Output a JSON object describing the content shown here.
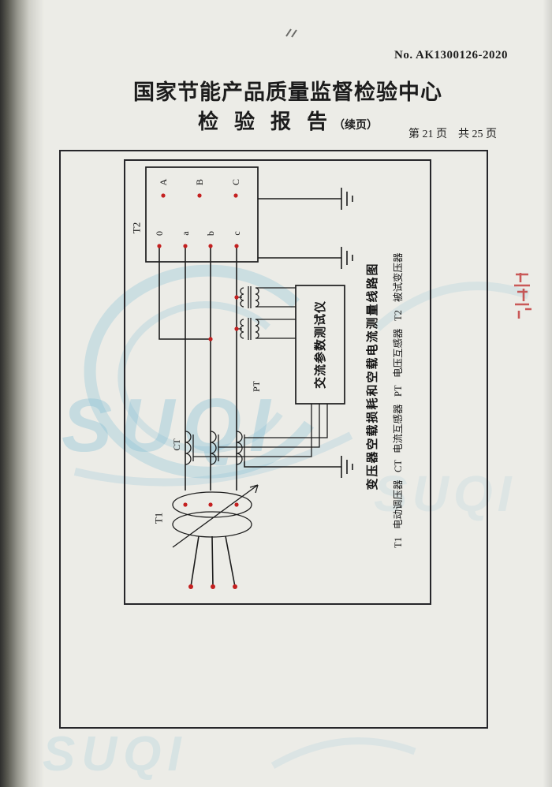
{
  "page": {
    "report_no": "No. AK1300126-2020",
    "title": "国家节能产品质量监督检验中心",
    "report_word": "检验报告",
    "report_word_suffix": "（续页）",
    "page_info": "第 21 页　共 25 页"
  },
  "diagram": {
    "caption": "变压器空载损耗和空载电流测量线路图",
    "tester_label": "交流参数测试仪",
    "labels": {
      "t1": "T1",
      "t2": "T2",
      "ct": "CT",
      "pt": "PT"
    },
    "hv_terminals": [
      "A",
      "B",
      "C"
    ],
    "lv_terminals": [
      "0",
      "a",
      "b",
      "c"
    ],
    "legend": [
      {
        "sym": "T1",
        "label": "电动调压器"
      },
      {
        "sym": "CT",
        "label": "电流互感器"
      },
      {
        "sym": "PT",
        "label": "电压互感器"
      },
      {
        "sym": "T2",
        "label": "被试变压器"
      }
    ]
  },
  "watermark": {
    "text": "SUQI"
  },
  "colors": {
    "ink": "#1c1c1c",
    "red_dot": "#c42020",
    "watermark_blue": "#7fbcd4",
    "stamp_red": "#c03030"
  }
}
